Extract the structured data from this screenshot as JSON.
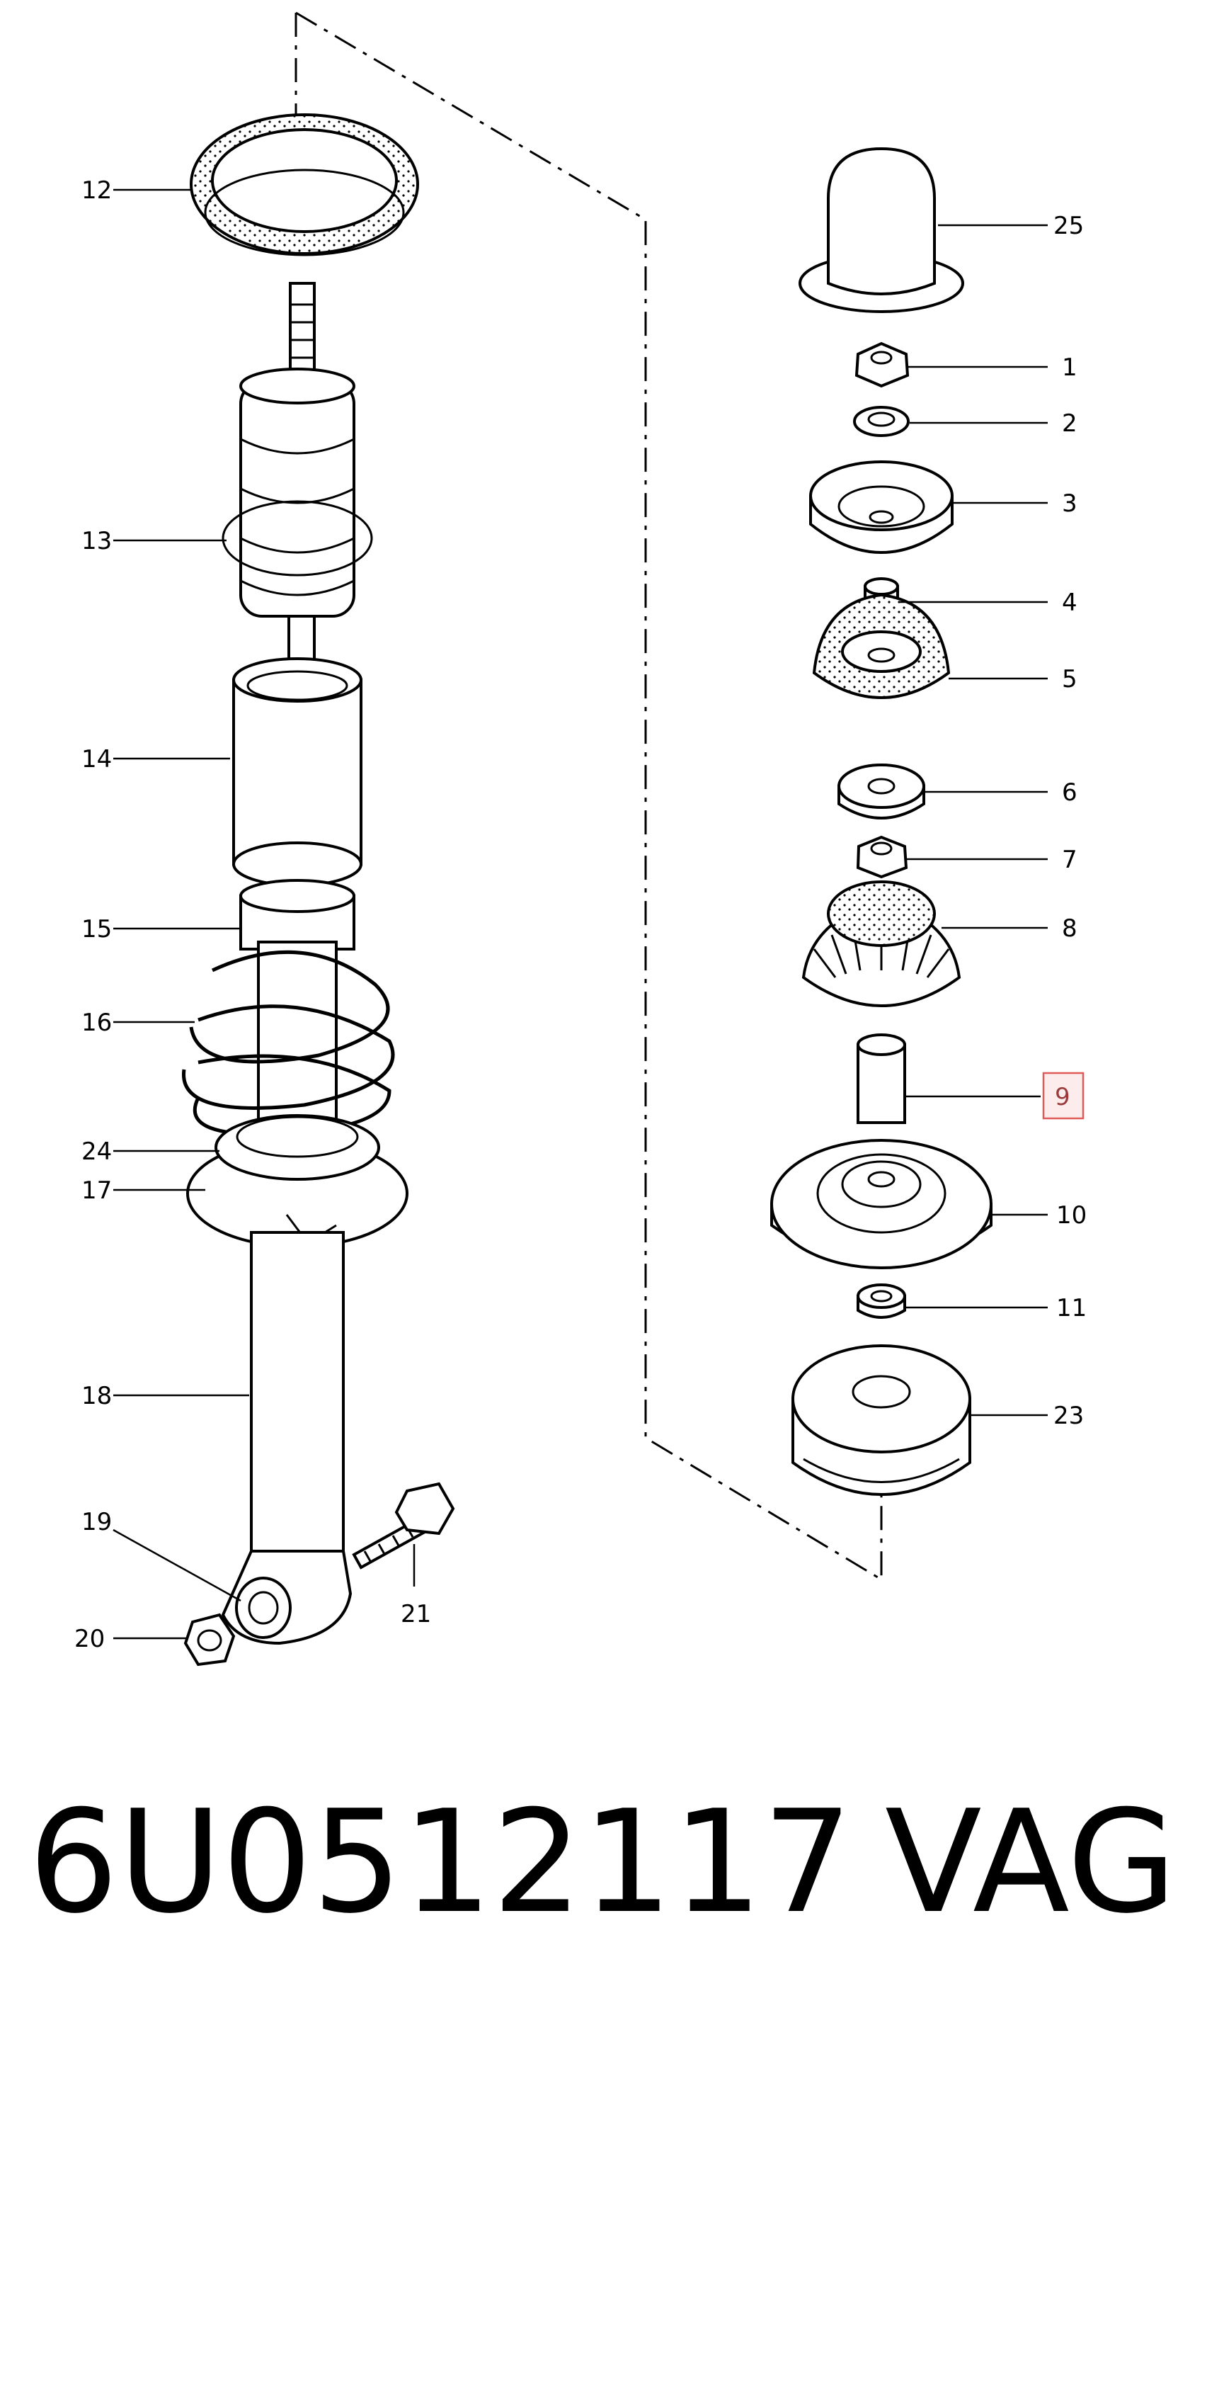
{
  "diagram": {
    "callouts": [
      "1",
      "2",
      "3",
      "4",
      "5",
      "6",
      "7",
      "8",
      "9",
      "10",
      "11",
      "12",
      "13",
      "14",
      "15",
      "16",
      "17",
      "18",
      "19",
      "20",
      "21",
      "23",
      "24",
      "25"
    ],
    "highlighted_callout": "9",
    "highlight_color": "#e05a5a"
  },
  "caption": {
    "part_number": "6U0512117",
    "brand": "VAG"
  }
}
